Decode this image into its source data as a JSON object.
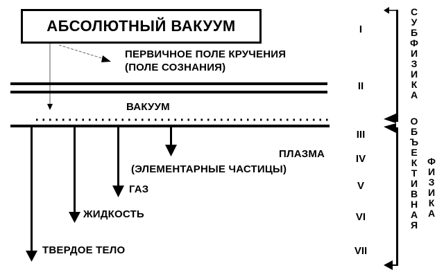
{
  "diagram": {
    "title_box": "АБСОЛЮТНЫЙ ВАКУУМ",
    "labels": {
      "primary_torsion_field": "ПЕРВИЧНОЕ ПОЛЕ КРУЧЕНИЯ",
      "consciousness_field": "(ПОЛЕ СОЗНАНИЯ)",
      "vacuum": "ВАКУУМ",
      "plasma": "ПЛАЗМА",
      "elementary_particles": "(ЭЛЕМЕНТАРНЫЕ ЧАСТИЦЫ)",
      "gas": "ГАЗ",
      "liquid": "ЖИДКОСТЬ",
      "solid": "ТВЕРДОЕ ТЕЛО"
    },
    "levels": [
      "I",
      "II",
      "III",
      "IV",
      "V",
      "VI",
      "VII"
    ],
    "side_labels": {
      "subphysics": "СУБФИЗИКА",
      "objective": "ОБЪЕКТИВНАЯ",
      "physics": "ФИЗИКА"
    },
    "colors": {
      "ink": "#000000",
      "background": "#ffffff",
      "thin_line": "#555555"
    }
  }
}
